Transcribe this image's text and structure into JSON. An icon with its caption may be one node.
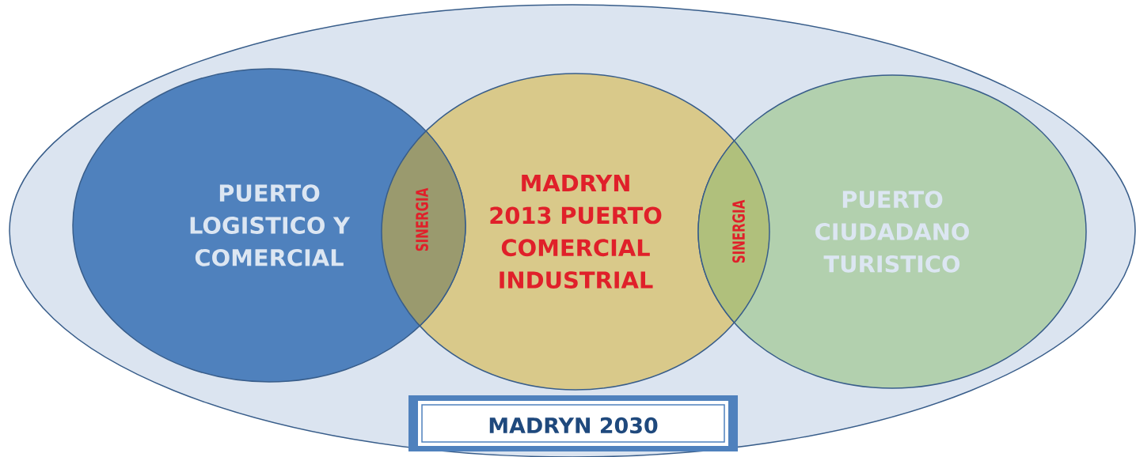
{
  "diagram": {
    "nodes": [
      {
        "text": [],
        "shape": "ellipse"
      },
      {
        "text": [
          "PUERTO LOGISTICO Y COMERCIAL"
        ],
        "in": 0
      },
      {
        "text": [
          "MADRYN 2013 PUERTO COMERCIAL INDUSTRIAL"
        ],
        "in": 0
      },
      {
        "text": [
          "PUERTO CIUDADANO TURISTICO"
        ],
        "in": 0
      },
      {
        "text": [
          "MADRYN 2030"
        ],
        "in": 0
      }
    ],
    "labels": [
      "SINERGIA",
      "SINERGIA"
    ]
  }
}
